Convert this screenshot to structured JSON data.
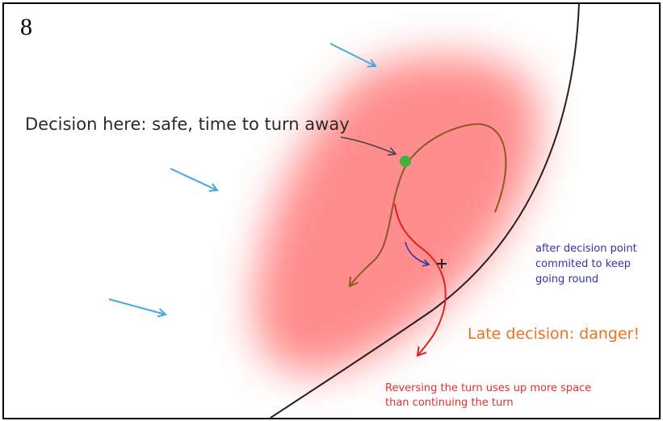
{
  "slide_number": "8",
  "labels": {
    "decision_safe": "Decision here: safe, time to turn away",
    "committed_line1": "after decision point",
    "committed_line2": "commited to keep",
    "committed_line3": "going round",
    "late_decision": "Late decision: danger!",
    "reversing_line1": "Reversing the turn uses up more space",
    "reversing_line2": "than continuing the turn"
  },
  "colors": {
    "danger_zone": "#ff6b6b",
    "wind_arrows": "#45a8e0",
    "safe_path": "#8a5a1e",
    "late_path": "#e02020",
    "decision_point": "#3cb43c",
    "boundary": "#222222",
    "committed_arrow": "#3333aa"
  }
}
